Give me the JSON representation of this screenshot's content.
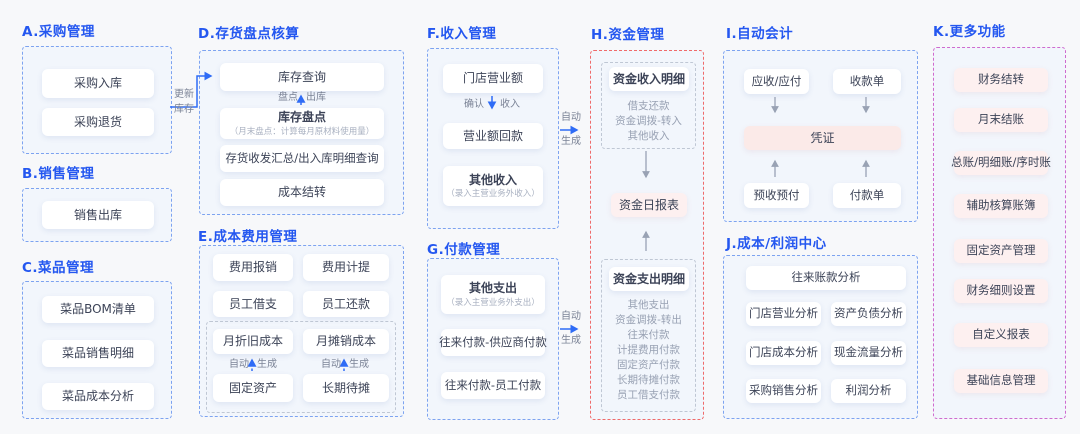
{
  "colors": {
    "accent_blue": "#2457f0",
    "arrow_blue": "#2f6cf6",
    "arrow_gray": "#99a2b4",
    "border_blue": "#7da3f0",
    "border_red": "#ef6a6a",
    "border_magenta": "#cf6bcf",
    "card_pink": "#fdf0f0",
    "voucher_pink": "#fbeae8"
  },
  "labels": {
    "update1": "更新",
    "update2": "库存",
    "pan": "盘点",
    "chu": "出库",
    "auto": "自动",
    "gen": "生成",
    "confirm": "确认",
    "income": "收入"
  },
  "sections": {
    "a": {
      "title": "A.采购管理",
      "items": [
        {
          "label": "采购入库"
        },
        {
          "label": "采购退货"
        }
      ]
    },
    "b": {
      "title": "B.销售管理",
      "items": [
        {
          "label": "销售出库"
        }
      ]
    },
    "c": {
      "title": "C.菜品管理",
      "items": [
        {
          "label": "菜品BOM清单"
        },
        {
          "label": "菜品销售明细"
        },
        {
          "label": "菜品成本分析"
        }
      ]
    },
    "d": {
      "title": "D.存货盘点核算",
      "items": [
        {
          "label": "库存查询"
        },
        {
          "label": "库存盘点",
          "sub": "（月末盘点：计算每月原材料使用量）"
        },
        {
          "label": "存货收发汇总/出入库明细查询"
        },
        {
          "label": "成本结转"
        }
      ]
    },
    "e": {
      "title": "E.成本费用管理",
      "items": [
        {
          "label": "费用报销"
        },
        {
          "label": "费用计提"
        },
        {
          "label": "员工借支"
        },
        {
          "label": "员工还款"
        },
        {
          "label": "月折旧成本"
        },
        {
          "label": "月摊销成本"
        },
        {
          "label": "固定资产"
        },
        {
          "label": "长期待摊"
        }
      ]
    },
    "f": {
      "title": "F.收入管理",
      "items": [
        {
          "label": "门店营业额"
        },
        {
          "label": "营业额回款"
        },
        {
          "label": "其他收入",
          "sub": "（录入主营业务外收入）"
        }
      ]
    },
    "g": {
      "title": "G.付款管理",
      "items": [
        {
          "label": "其他支出",
          "sub": "（录入主营业务外支出）"
        },
        {
          "label": "往来付款-供应商付款"
        },
        {
          "label": "往来付款-员工付款"
        }
      ]
    },
    "h": {
      "title": "H.资金管理",
      "income": {
        "card": "资金收入明细",
        "list": [
          "借支还款",
          "资金调拨-转入",
          "其他收入"
        ]
      },
      "daily": "资金日报表",
      "expense": {
        "card": "资金支出明细",
        "list": [
          "其他支出",
          "资金调拨-转出",
          "往来付款",
          "计提费用付款",
          "固定资产付款",
          "长期待摊付款",
          "员工借支付款"
        ]
      }
    },
    "i": {
      "title": "I.自动会计",
      "top": [
        "应收/应付",
        "收款单"
      ],
      "center": "凭证",
      "bottom": [
        "预收预付",
        "付款单"
      ]
    },
    "j": {
      "title": "J.成本/利润中心",
      "wide": "往来账款分析",
      "grid": [
        "门店营业分析",
        "资产负债分析",
        "门店成本分析",
        "现金流量分析",
        "采购销售分析",
        "利润分析"
      ]
    },
    "k": {
      "title": "K.更多功能",
      "items": [
        "财务结转",
        "月末结账",
        "总账/明细账/序时账",
        "辅助核算账簿",
        "固定资产管理",
        "财务细则设置",
        "自定义报表",
        "基础信息管理"
      ]
    }
  }
}
